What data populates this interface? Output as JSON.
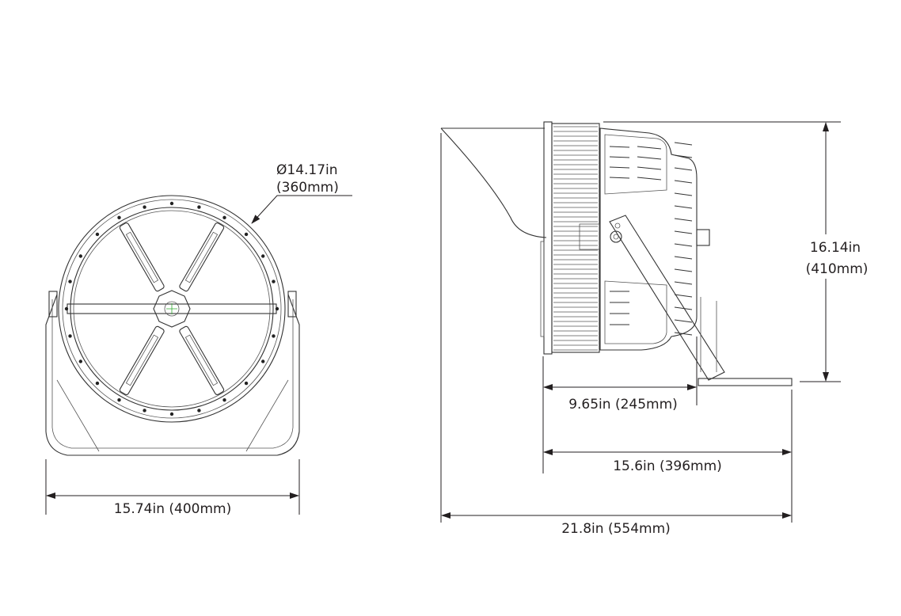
{
  "front_view": {
    "diameter_label": "Ø14.17in",
    "diameter_metric": "(360mm)",
    "width_label": "15.74in (400mm)"
  },
  "side_view": {
    "height_label": "16.14in",
    "height_metric": "(410mm)",
    "depth_body_label": "9.65in (245mm)",
    "depth_mount_label": "15.6in (396mm)",
    "depth_total_label": "21.8in (554mm)"
  }
}
